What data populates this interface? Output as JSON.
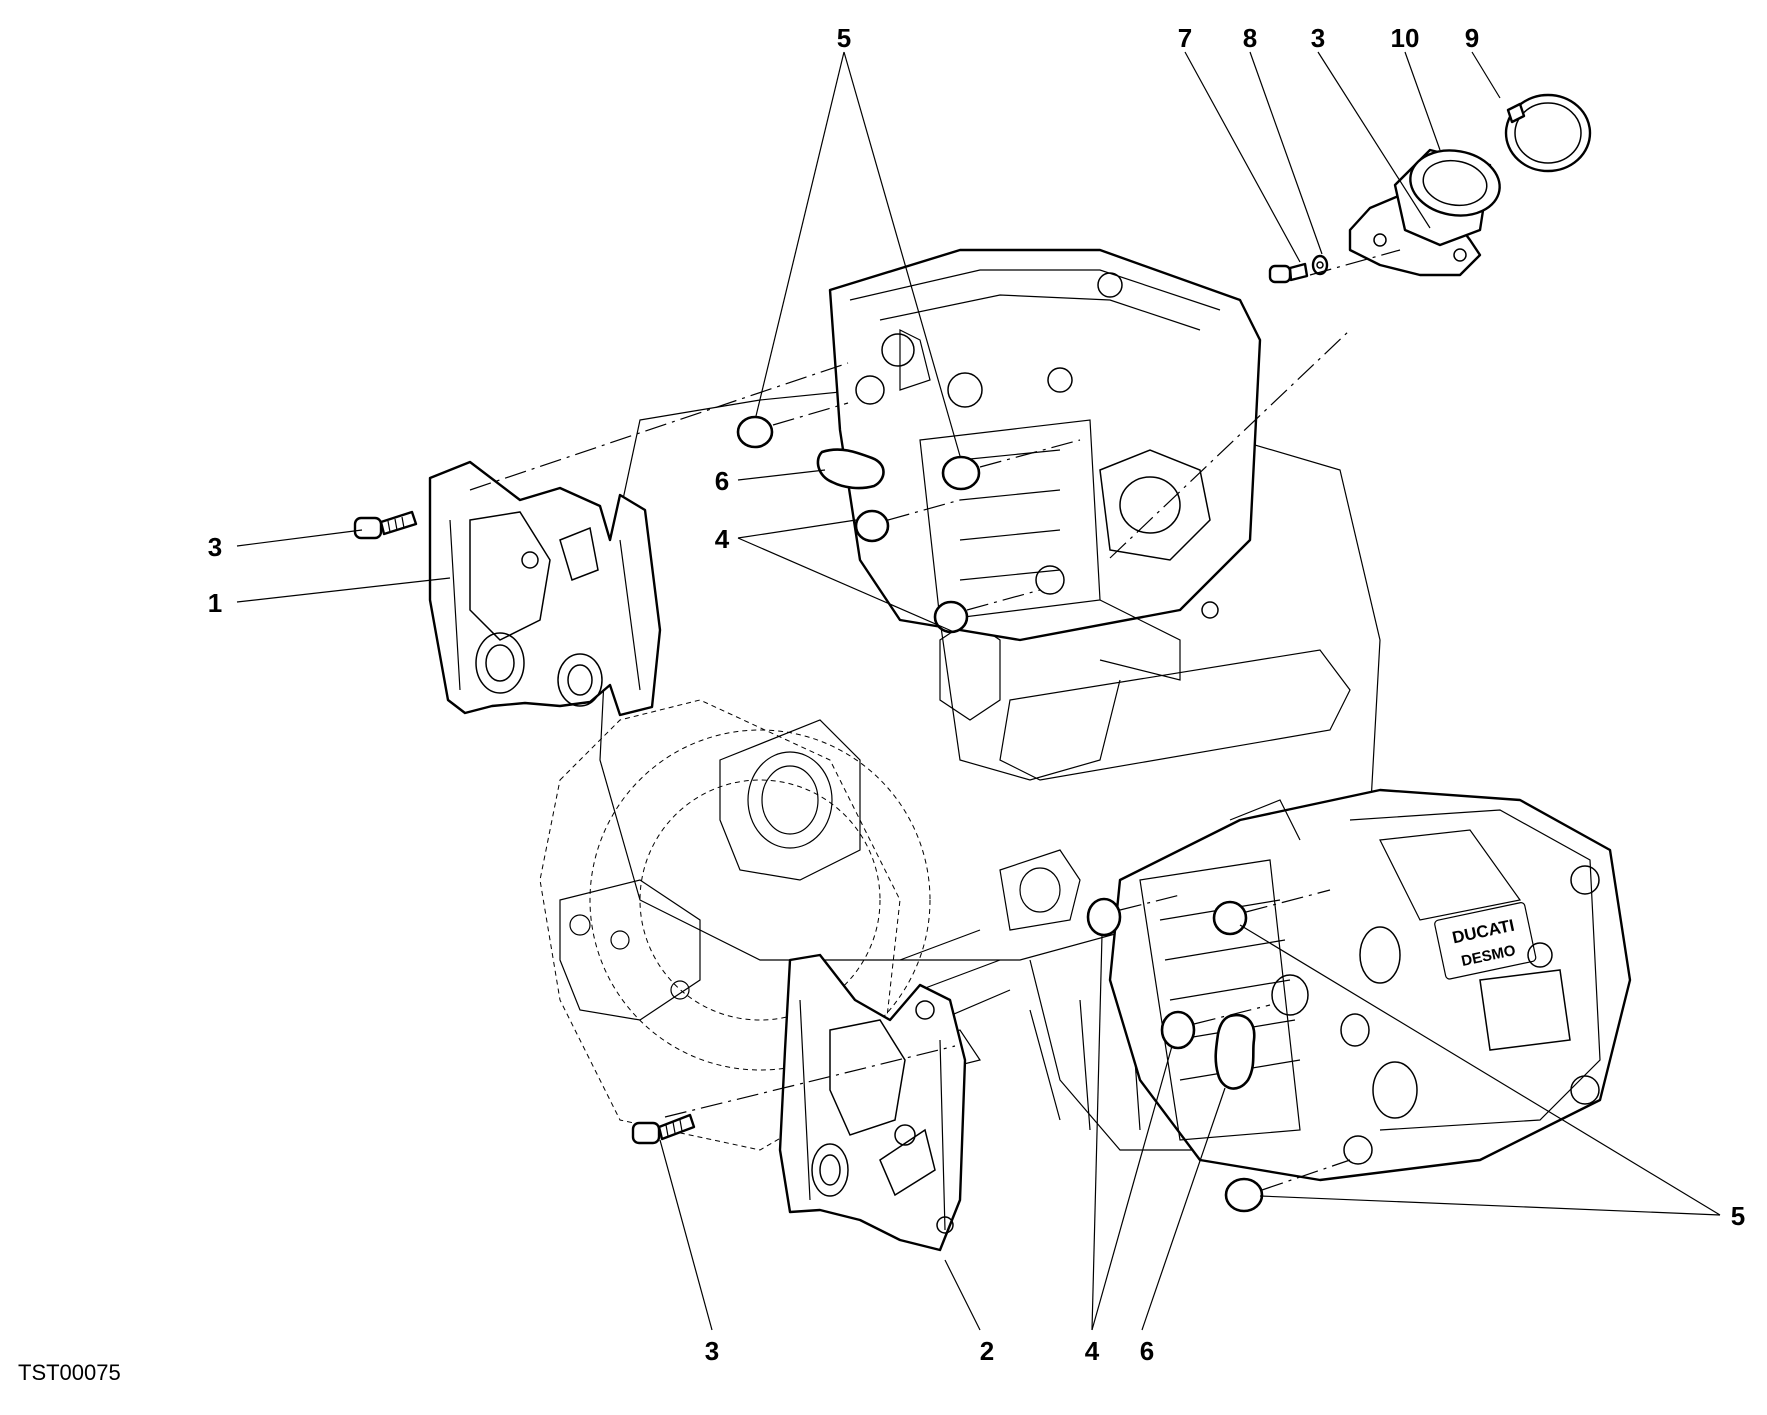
{
  "figure_code": "TST00075",
  "callouts": {
    "top_5": "5",
    "top_7": "7",
    "top_8": "8",
    "top_3": "3",
    "top_10": "10",
    "top_9": "9",
    "left_6": "6",
    "left_4": "4",
    "left_3": "3",
    "left_1": "1",
    "bottom_3": "3",
    "bottom_2": "2",
    "bottom_4": "4",
    "bottom_6": "6",
    "right_5": "5"
  },
  "brand_lettering": [
    "DUCATI",
    "DESMO"
  ]
}
